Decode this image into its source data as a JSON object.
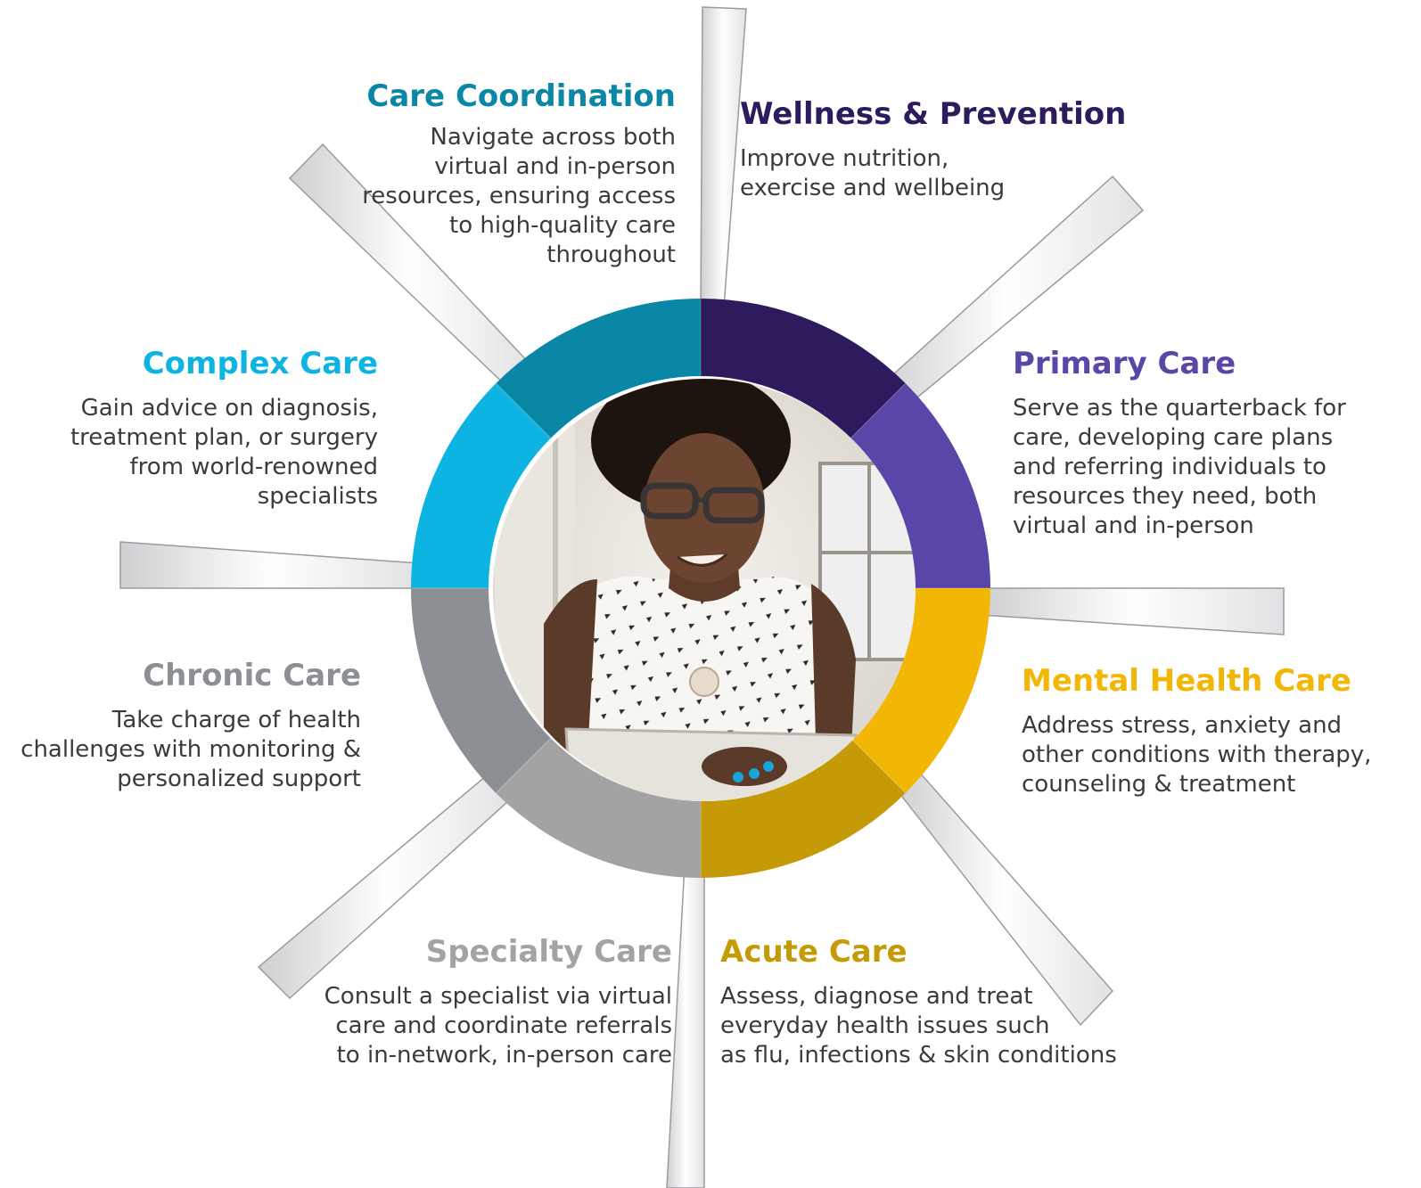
{
  "segments": [
    {
      "key": "care-coordination",
      "title": "Care Coordination",
      "description": "Navigate across both\nvirtual and in-person\nresources, ensuring access\nto high-quality care\nthroughout",
      "color": "#0a86a6"
    },
    {
      "key": "wellness-prevention",
      "title": "Wellness & Prevention",
      "description": "Improve nutrition,\nexercise and wellbeing",
      "color": "#2d1b5e"
    },
    {
      "key": "primary-care",
      "title": "Primary Care",
      "description": "Serve as the quarterback for\ncare, developing care plans\n and referring individuals to\nresources they need, both\nvirtual and in-person",
      "color": "#5a45a8"
    },
    {
      "key": "mental-health-care",
      "title": "Mental Health Care",
      "description": "Address stress, anxiety and\nother conditions with therapy,\ncounseling & treatment",
      "color": "#f2b705"
    },
    {
      "key": "acute-care",
      "title": "Acute Care",
      "description": "Assess, diagnose and treat\neveryday health issues such\nas flu, infections & skin conditions",
      "color": "#c49a06"
    },
    {
      "key": "specialty-care",
      "title": "Specialty Care",
      "description": "Consult a specialist via virtual\ncare and coordinate referrals\nto in-network, in-person care",
      "color": "#a3a3a3"
    },
    {
      "key": "chronic-care",
      "title": "Chronic Care",
      "description": "Take charge of health\nchallenges with monitoring &\npersonalized support",
      "color": "#8c8f93"
    },
    {
      "key": "complex-care",
      "title": "Complex Care",
      "description": "Gain advice on diagnosis,\ntreatment plan, or surgery\nfrom world-renowned\nspecialists",
      "color": "#0db4e2"
    }
  ],
  "photo": {
    "subject": "woman-with-tablet"
  }
}
